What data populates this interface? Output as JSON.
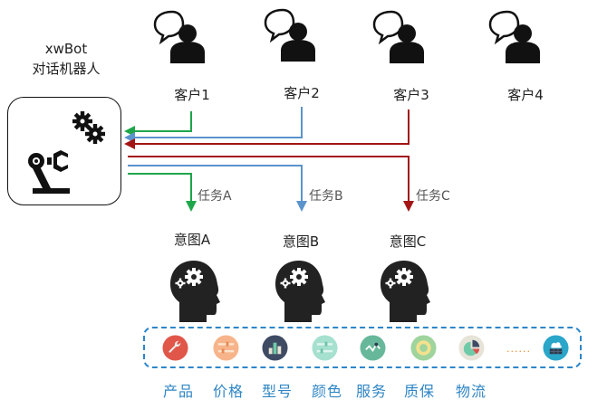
{
  "bot": {
    "name": "xwBot",
    "subtitle": "对话机器人",
    "icon": "robot-arm-gears-icon"
  },
  "customers": [
    {
      "label": "客户1",
      "icon": "person-speech-bubble-icon"
    },
    {
      "label": "客户2",
      "icon": "person-speech-bubble-icon"
    },
    {
      "label": "客户3",
      "icon": "person-speech-bubble-icon"
    },
    {
      "label": "客户4",
      "icon": "person-speech-bubble-icon"
    }
  ],
  "flows": [
    {
      "from": "客户1",
      "task": "任务A",
      "intent": "意图A",
      "color": "#1fa64a"
    },
    {
      "from": "客户2",
      "task": "任务B",
      "intent": "意图B",
      "color": "#5b93cc"
    },
    {
      "from": "客户3",
      "task": "任务C",
      "intent": "意图C",
      "color": "#a31515"
    }
  ],
  "intents": [
    {
      "label": "意图A",
      "icon": "head-gears-icon"
    },
    {
      "label": "意图B",
      "icon": "head-gears-icon"
    },
    {
      "label": "意图C",
      "icon": "head-gears-icon"
    }
  ],
  "categories": [
    {
      "label": "产品",
      "icon": "wrench-icon",
      "color": "#e0574a"
    },
    {
      "label": "价格",
      "icon": "sliders-icon",
      "color": "#f7b48a"
    },
    {
      "label": "型号",
      "icon": "bar-chart-icon",
      "color": "#3f4b63"
    },
    {
      "label": "颜色",
      "icon": "sliders-icon",
      "color": "#a6e0cf"
    },
    {
      "label": "服务",
      "icon": "trend-line-icon",
      "color": "#67b89a"
    },
    {
      "label": "质保",
      "icon": "gear-icon",
      "color": "#9fd49d"
    },
    {
      "label": "物流",
      "icon": "pie-chart-icon",
      "color": "#e6e4d8"
    },
    {
      "label": "",
      "icon": "cloud-server-icon",
      "color": "#2aa6c9"
    }
  ],
  "ellipsis": "......",
  "colors": {
    "category_border": "#2d86c9",
    "category_text": "#2f86c5"
  }
}
